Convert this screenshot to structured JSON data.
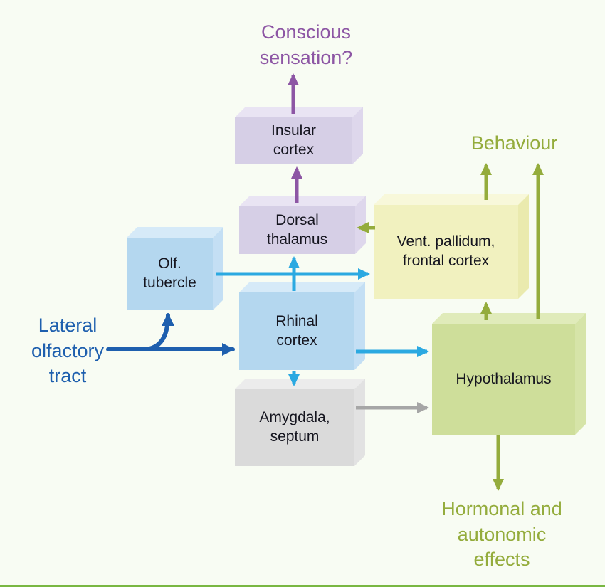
{
  "diagram": {
    "title": "Olfactory pathway diagram",
    "nodes": {
      "insular_cortex": {
        "label": "Insular\ncortex",
        "color": "#d6cfe6"
      },
      "dorsal_thalamus": {
        "label": "Dorsal\nthalamus",
        "color": "#d6cfe6"
      },
      "olf_tubercle": {
        "label": "Olf.\ntubercle",
        "color": "#b4d7ef"
      },
      "rhinal_cortex": {
        "label": "Rhinal\ncortex",
        "color": "#b4d7ef"
      },
      "vent_pallidum": {
        "label": "Vent. pallidum,\nfrontal cortex",
        "color": "#f1f1bf"
      },
      "hypothalamus": {
        "label": "Hypothalamus",
        "color": "#cede9a"
      },
      "amygdala_septum": {
        "label": "Amygdala,\nseptum",
        "color": "#dadada"
      }
    },
    "external_labels": {
      "conscious_sensation": {
        "label": "Conscious\nsensation?",
        "color": "#8d56a4"
      },
      "behaviour": {
        "label": "Behaviour",
        "color": "#94ac3c"
      },
      "hormonal_autonomic_effects": {
        "label": "Hormonal and\nautonomic\neffects",
        "color": "#94ac3c"
      },
      "lateral_olfactory_tract": {
        "label": "Lateral\nolfactory\ntract",
        "color": "#1e5fae"
      }
    },
    "edges": [
      {
        "from": "insular_cortex",
        "to": "conscious_sensation",
        "color": "purple"
      },
      {
        "from": "dorsal_thalamus",
        "to": "insular_cortex",
        "color": "purple"
      },
      {
        "from": "rhinal_cortex",
        "to": "dorsal_thalamus",
        "color": "cyan"
      },
      {
        "from": "olf_tubercle",
        "to": "vent_pallidum",
        "color": "cyan"
      },
      {
        "from": "rhinal_cortex",
        "to": "amygdala_septum",
        "color": "cyan"
      },
      {
        "from": "rhinal_cortex",
        "to": "hypothalamus",
        "color": "cyan"
      },
      {
        "from": "amygdala_septum",
        "to": "hypothalamus",
        "color": "gray"
      },
      {
        "from": "vent_pallidum",
        "to": "dorsal_thalamus",
        "color": "olive"
      },
      {
        "from": "vent_pallidum",
        "to": "behaviour",
        "color": "olive"
      },
      {
        "from": "hypothalamus",
        "to": "behaviour",
        "color": "olive"
      },
      {
        "from": "hypothalamus",
        "to": "vent_pallidum",
        "color": "olive"
      },
      {
        "from": "hypothalamus",
        "to": "hormonal_autonomic_effects",
        "color": "olive"
      },
      {
        "from": "lateral_olfactory_tract",
        "to": "olf_tubercle",
        "color": "blue_dark"
      },
      {
        "from": "lateral_olfactory_tract",
        "to": "rhinal_cortex",
        "color": "blue_dark"
      }
    ],
    "colors": {
      "purple": "#8d56a4",
      "cyan": "#2ba9e1",
      "olive": "#94ac3c",
      "blue_dark": "#1e5fae",
      "gray_arrow": "#a6a6a6",
      "background": "#f8fcf3",
      "bottom_rule": "#79b742"
    }
  }
}
